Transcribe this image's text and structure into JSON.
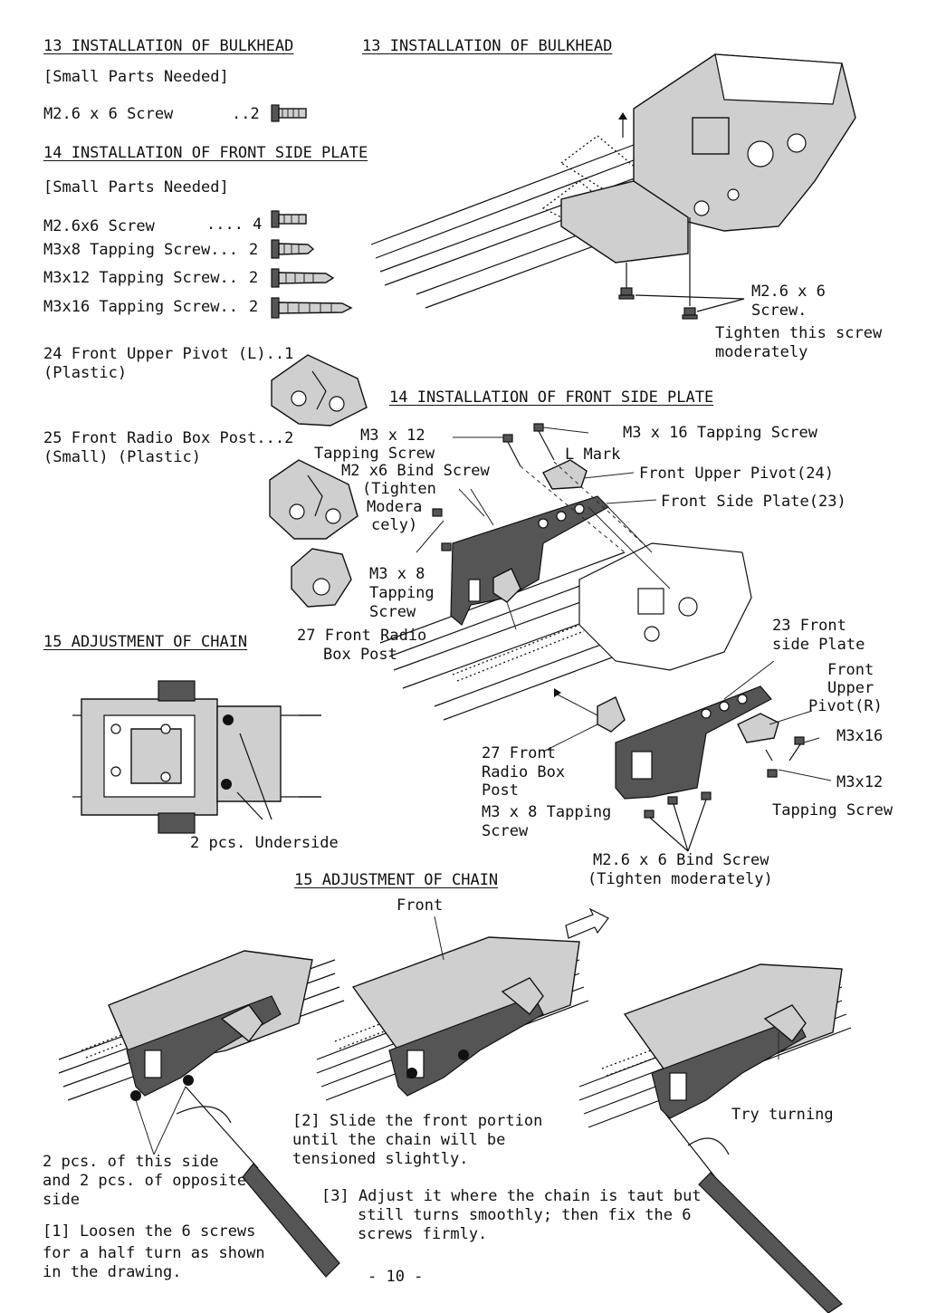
{
  "left": {
    "sec13_heading": "13 INSTALLATION OF BULKHEAD",
    "sec13_parts_title": "[Small Parts Needed]",
    "sec13_screw_name": "M2.6 x 6 Screw",
    "sec13_screw_qty": "..2",
    "sec14_heading": "14 INSTALLATION OF FRONT SIDE PLATE",
    "sec14_parts_title": "[Small Parts Needed]",
    "sec14_parts": [
      {
        "name": "M2.6x6 Screw",
        "qty": ".... 4"
      },
      {
        "name": "M3x8 Tapping Screw...",
        "qty": "2"
      },
      {
        "name": "M3x12 Tapping Screw..",
        "qty": "2"
      },
      {
        "name": "M3x16 Tapping Screw..",
        "qty": "2"
      }
    ],
    "pivot_line1": "24 Front Upper Pivot (L)..1",
    "pivot_line2": "(Plastic)",
    "post_line1": "25 Front Radio Box Post...2",
    "post_line2": "(Small) (Plastic)",
    "sec15_heading": "15 ADJUSTMENT OF CHAIN",
    "underside_note": "2 pcs. Underside"
  },
  "right13": {
    "heading": "13 INSTALLATION OF BULKHEAD",
    "screw_label_1": "M2.6 x 6",
    "screw_label_2": "Screw.",
    "tighten_1": "Tighten this screw",
    "tighten_2": "moderately"
  },
  "right14": {
    "heading": "14 INSTALLATION OF FRONT SIDE PLATE",
    "m3x12_1": "M3 x 12",
    "m3x12_2": "Tapping Screw",
    "m3x16": "M3 x 16 Tapping Screw",
    "l_mark": "L Mark",
    "upper_pivot_24": "Front Upper Pivot(24)",
    "side_plate_23": "Front Side Plate(23)",
    "bind_1": "M2 x6 Bind Screw",
    "bind_2": "(Tighten",
    "bind_3": "Modera",
    "bind_4": "cely)",
    "m3x8_1": "M3 x 8",
    "m3x8_2": "Tapping",
    "m3x8_3": "Screw",
    "post27_1": "27 Front Radio",
    "post27_2": "Box Post",
    "side23_1": "23 Front",
    "side23_2": "side Plate",
    "pivotR_1": "Front",
    "pivotR_2": "Upper",
    "pivotR_3": "Pivot(R)",
    "m3x16r": "M3x16",
    "m3x12r": "M3x12",
    "tapping": "Tapping Screw",
    "post27b_1": "27 Front",
    "post27b_2": "Radio Box",
    "post27b_3": "Post",
    "m3x8t_1": "M3 x 8 Tapping",
    "m3x8t_2": "Screw",
    "bind26_1": "M2.6 x 6 Bind Screw",
    "bind26_2": "(Tighten moderately)"
  },
  "bottom": {
    "heading": "15 ADJUSTMENT OF CHAIN",
    "front": "Front",
    "step2_1": "[2] Slide the front portion",
    "step2_2": "until the chain will be",
    "step2_3": "tensioned slightly.",
    "try_turning": "Try turning",
    "pcs_1": "2 pcs. of this side",
    "pcs_2": "and 2 pcs. of opposite",
    "pcs_3": "side",
    "step1_1": "[1] Loosen the 6 screws",
    "step1_2": "for a half turn  as shown",
    "step1_3": "in the drawing.",
    "step3_1": "[3] Adjust it where the chain is taut but",
    "step3_2": "still turns smoothly; then fix the 6",
    "step3_3": "screws firmly.",
    "page_number": "- 10 -"
  }
}
